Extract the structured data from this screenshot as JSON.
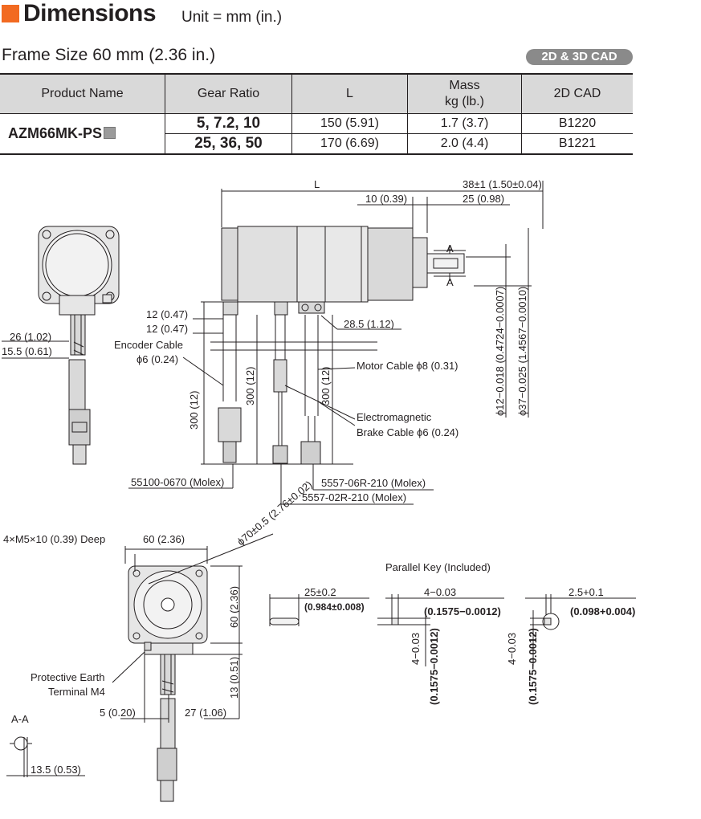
{
  "header": {
    "title": "Dimensions",
    "unit": "Unit = mm (in.)",
    "frame_size": "Frame Size 60 mm (2.36 in.)",
    "cad_badge": "2D & 3D CAD",
    "accent_color": "#f26a21"
  },
  "table": {
    "columns": [
      "Product Name",
      "Gear Ratio",
      "L",
      "Mass",
      "kg (lb.)",
      "2D CAD"
    ],
    "product_name": "AZM66MK-PS",
    "rows": [
      {
        "gear_ratio": "5, 7.2, 10",
        "L": "150 (5.91)",
        "mass": "1.7 (3.7)",
        "cad": "B1220"
      },
      {
        "gear_ratio": "25, 36, 50",
        "L": "170 (6.69)",
        "mass": "2.0 (4.4)",
        "cad": "B1221"
      }
    ]
  },
  "drawing": {
    "L": "L",
    "dim_38": "38±1 (1.50±0.04)",
    "dim_10": "10 (0.39)",
    "dim_25": "25 (0.98)",
    "section_mark": "A",
    "dim_12a": "12 (0.47)",
    "dim_12b": "12 (0.47)",
    "dim_26": "26 (1.02)",
    "dim_15_5": "15.5 (0.61)",
    "encoder_cable": "Encoder Cable",
    "encoder_cable_dia": "ϕ6 (0.24)",
    "dim_28_5": "28.5 (1.12)",
    "motor_cable": "Motor Cable ϕ8 (0.31)",
    "brake_cable_1": "Electromagnetic",
    "brake_cable_2": "Brake Cable ϕ6 (0.24)",
    "dim_300": "300 (12)",
    "shaft_dia_12": "ϕ12−0.018 (0.4724−0.0007)",
    "shaft_dia_37": "ϕ37−0.025 (1.4567−0.0010)",
    "conn_55100": "55100-0670 (Molex)",
    "conn_06r": "5557-06R-210 (Molex)",
    "conn_02r": "5557-02R-210 (Molex)",
    "holes": "4×M5×10 (0.39) Deep",
    "dim_60w": "60 (2.36)",
    "dim_60h": "60 (2.36)",
    "dim_70": "ϕ70±0.5 (2.76±0.02)",
    "pe_terminal_1": "Protective Earth",
    "pe_terminal_2": "Terminal M4",
    "dim_13": "13 (0.51)",
    "dim_5": "5 (0.20)",
    "dim_27": "27 (1.06)",
    "section_aa": "A-A",
    "dim_13_5": "13.5 (0.53)",
    "parallel_key": "Parallel Key (Included)",
    "key_len": "25±0.2",
    "key_len_in": "(0.984±0.008)",
    "key_w": "4−0.03",
    "key_w_in": "(0.1575−0.0012)",
    "key_h": "4−0.03",
    "key_h_in": "(0.1575−0.0012)",
    "keyway": "2.5+0.1",
    "keyway_in": "(0.098+0.004)"
  }
}
